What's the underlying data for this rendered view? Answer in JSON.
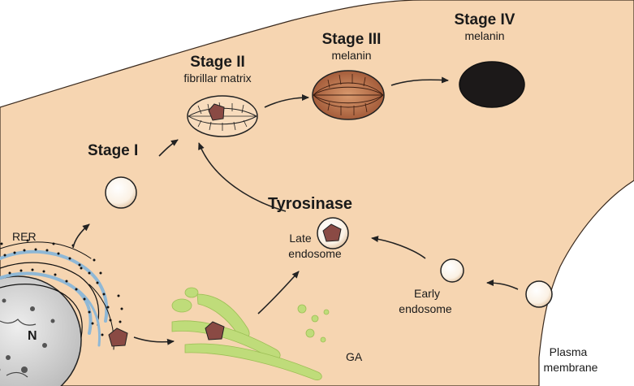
{
  "stages": [
    {
      "title": "Stage I",
      "subtitle": ""
    },
    {
      "title": "Stage II",
      "subtitle": "fibrillar matrix"
    },
    {
      "title": "Stage III",
      "subtitle": "melanin"
    },
    {
      "title": "Stage IV",
      "subtitle": "melanin"
    }
  ],
  "labels": {
    "tyrosinase": "Tyrosinase",
    "late_endosome_line1": "Late",
    "late_endosome_line2": "endosome",
    "early_endosome_line1": "Early",
    "early_endosome_line2": "endosome",
    "rer": "RER",
    "ga": "GA",
    "nucleus": "N",
    "plasma_line1": "Plasma",
    "plasma_line2": "membrane"
  },
  "colors": {
    "cytoplasm": "#f6d5b1",
    "outline": "#1a1a1a",
    "stage3_fill": "#b86a45",
    "stage4_fill": "#1c1919",
    "tyrosinase_fill": "#8a4a44",
    "golgi": "#bfdc7a",
    "er_blue": "#8fb8d6",
    "nucleus_fill": "#d8d8d8"
  }
}
